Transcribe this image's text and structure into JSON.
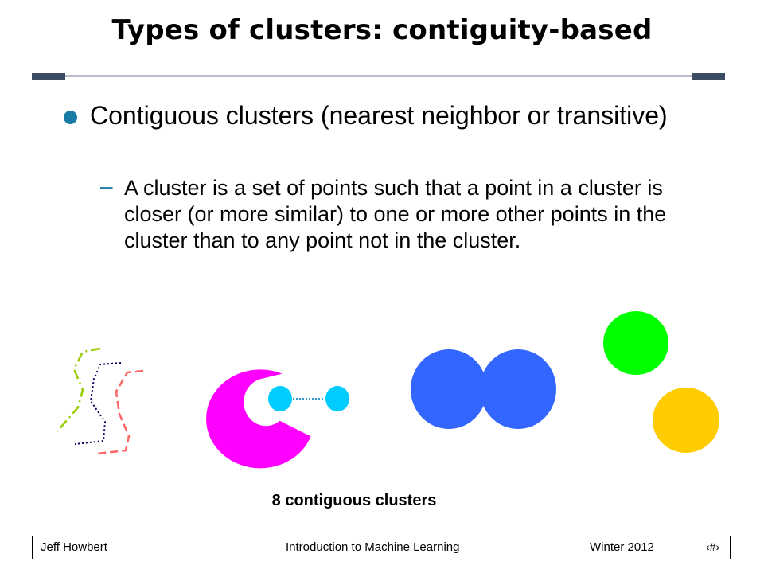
{
  "slide": {
    "title": "Types of clusters: contiguity-based",
    "bullet": "Contiguous clusters (nearest neighbor or transitive)",
    "sub_dash": "–",
    "sub_bullet": "A cluster is a set of points such that a point in a cluster is closer (or more similar) to one or more other points in the cluster than to any point not in the cluster.",
    "caption": "8 contiguous clusters"
  },
  "colors": {
    "rule": "#3a4b63",
    "bullet": "#1a7aa6",
    "magenta": "#ff00ff",
    "cyan": "#00ccff",
    "blue": "#3366ff",
    "green": "#00ff00",
    "yellow": "#ffcc00",
    "lime_line": "#99cc00",
    "navy_line": "#000066",
    "pink_line": "#ff6666"
  },
  "footer": {
    "author": "Jeff Howbert",
    "course": "Introduction to Machine Learning",
    "term": "Winter 2012",
    "page": "‹#›"
  }
}
